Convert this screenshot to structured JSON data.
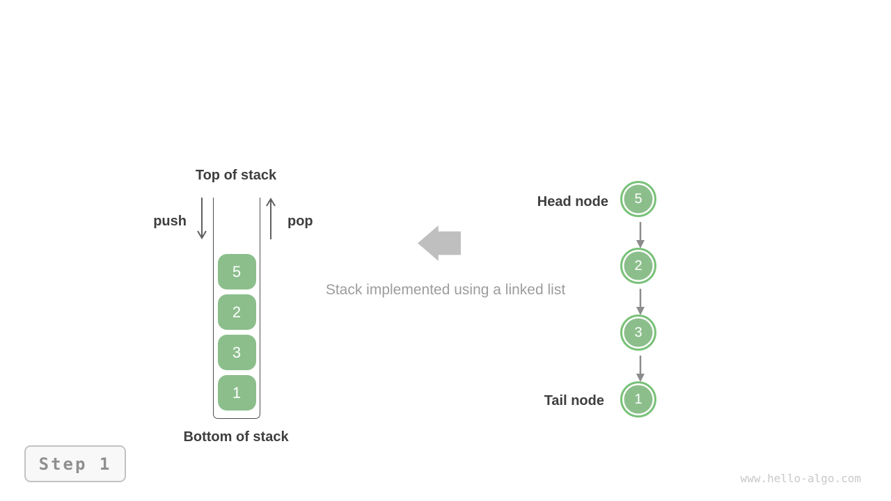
{
  "stack_diagram": {
    "top_label": "Top of stack",
    "bottom_label": "Bottom of stack",
    "push_label": "push",
    "pop_label": "pop",
    "items": [
      "5",
      "2",
      "3",
      "1"
    ]
  },
  "caption": {
    "text": "Stack implemented using a linked list",
    "arrow_icon": "left-block-arrow"
  },
  "linked_list": {
    "head_label": "Head node",
    "tail_label": "Tail node",
    "nodes": [
      "5",
      "2",
      "3",
      "1"
    ]
  },
  "step_badge": {
    "label": "Step 1"
  },
  "watermark": {
    "text": "www.hello-algo.com"
  },
  "colors": {
    "node_fill": "#8cbe8c",
    "node_ring": "#79c279",
    "node_text": "#ffffff",
    "label_text": "#3e3e3e",
    "thin_arrow": "#5f5f5f",
    "connector_arrow": "#8c8c8c",
    "block_arrow": "#bfbfbf",
    "caption_text": "#9c9c9c",
    "container_border": "#4d4d4d",
    "step_border": "#c2c2c2",
    "step_background": "#f8f8f8",
    "step_text": "#8f8f8f",
    "watermark_text": "#c9c9c9"
  }
}
